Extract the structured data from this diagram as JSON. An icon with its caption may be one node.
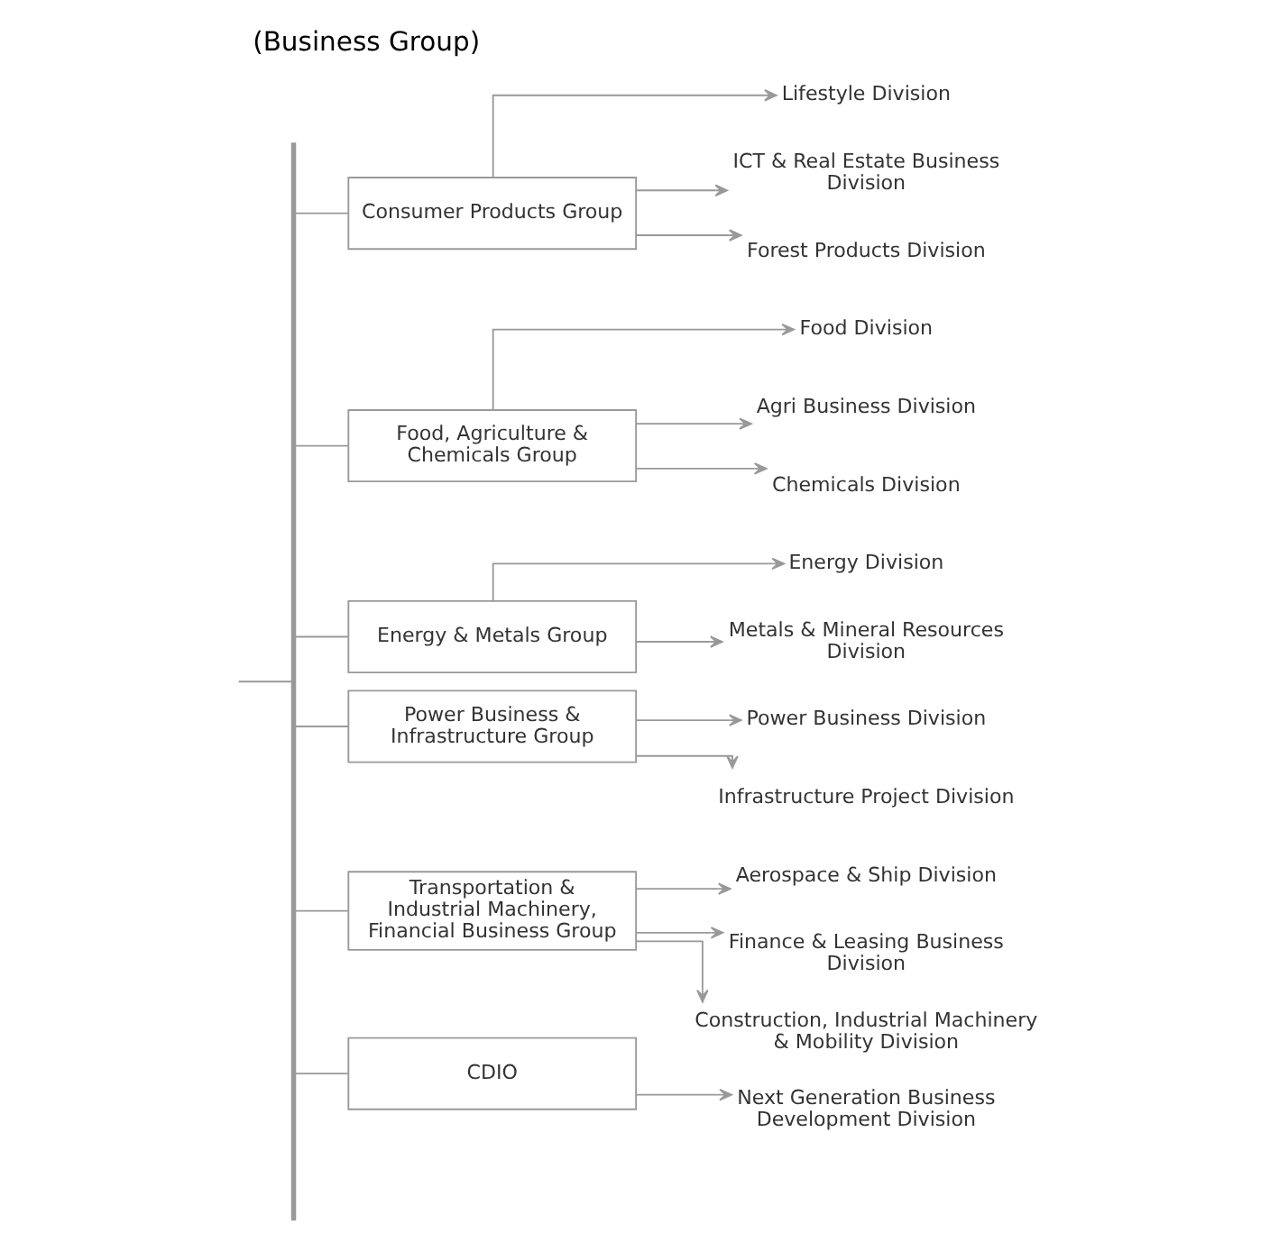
{
  "diagram": {
    "title": "(Business Group)",
    "nodes": [
      {
        "text": [],
        "shape": "bar"
      },
      {
        "text": [
          "Consumer Products Group"
        ]
      },
      {
        "text": [
          "Lifestyle Division"
        ]
      },
      {
        "text": [
          "ICT & Real Estate Business Division"
        ]
      },
      {
        "text": [
          "Forest Products Division"
        ]
      },
      {
        "text": [
          "Food, Agriculture & Chemicals Group"
        ]
      },
      {
        "text": [
          "Food Division"
        ]
      },
      {
        "text": [
          "Agri Business Division"
        ]
      },
      {
        "text": [
          "Chemicals Division"
        ]
      },
      {
        "text": [
          "Energy & Metals Group"
        ]
      },
      {
        "text": [
          "Energy Division"
        ]
      },
      {
        "text": [
          "Metals & Mineral Resources Division"
        ]
      },
      {
        "text": [
          "Power Business & Infrastructure Group"
        ]
      },
      {
        "text": [
          "Power Business Division"
        ]
      },
      {
        "text": [
          "Infrastructure Project Division"
        ]
      },
      {
        "text": [
          "Transportation & Industrial Machinery, Financial Business Group"
        ]
      },
      {
        "text": [
          "Aerospace & Ship Division"
        ]
      },
      {
        "text": [
          "Finance & Leasing Business Division"
        ]
      },
      {
        "text": [
          "Construction, Industrial Machinery & Mobility Division"
        ]
      },
      {
        "text": [
          "CDIO"
        ]
      },
      {
        "text": [
          "Next Generation Business Development Division"
        ]
      }
    ],
    "edges": [
      {
        "from": null,
        "to": 0,
        "arrow": "none"
      },
      {
        "from": 0,
        "to": 1,
        "arrow": "none"
      },
      {
        "from": 0,
        "to": 5,
        "arrow": "none"
      },
      {
        "from": 0,
        "to": 9,
        "arrow": "none"
      },
      {
        "from": 0,
        "to": 12,
        "arrow": "none"
      },
      {
        "from": 0,
        "to": 15,
        "arrow": "none"
      },
      {
        "from": 0,
        "to": 19,
        "arrow": "none"
      },
      {
        "from": 1,
        "to": 2,
        "arrow": "to"
      },
      {
        "from": 1,
        "to": 3,
        "arrow": "to"
      },
      {
        "from": 1,
        "to": 4,
        "arrow": "to"
      },
      {
        "from": 5,
        "to": 6,
        "arrow": "to"
      },
      {
        "from": 5,
        "to": 7,
        "arrow": "to"
      },
      {
        "from": 5,
        "to": 8,
        "arrow": "to"
      },
      {
        "from": 9,
        "to": 10,
        "arrow": "to"
      },
      {
        "from": 9,
        "to": 11,
        "arrow": "to"
      },
      {
        "from": 12,
        "to": 13,
        "arrow": "to"
      },
      {
        "from": 12,
        "to": 14,
        "arrow": "to"
      },
      {
        "from": 15,
        "to": 16,
        "arrow": "to"
      },
      {
        "from": 15,
        "to": 17,
        "arrow": "to"
      },
      {
        "from": 15,
        "to": 18,
        "arrow": "to"
      },
      {
        "from": 19,
        "to": 20,
        "arrow": "to"
      }
    ]
  }
}
